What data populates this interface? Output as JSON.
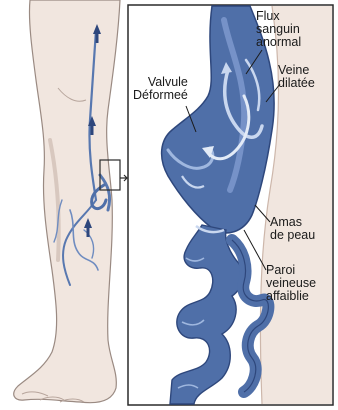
{
  "labels": {
    "deformed_valve": "Valvule\nDéformeé",
    "abnormal_flow": "Flux\nsanguin\nanormal",
    "dilated_vein": "Veine\ndilatée",
    "skin_mass": "Amas\nde peau",
    "weakened_wall": "Paroi\nveineuse\naffaiblie"
  },
  "colors": {
    "vein_fill": "#4f6fa8",
    "vein_dark": "#2e477c",
    "vein_light": "#9fb7df",
    "skin": "#f1e6df",
    "leg_outline": "#9a8a82",
    "frame": "#2a2a2a"
  },
  "icons": {
    "flow_arrow": "flow-arrow-icon",
    "callout_box": "callout-box"
  }
}
